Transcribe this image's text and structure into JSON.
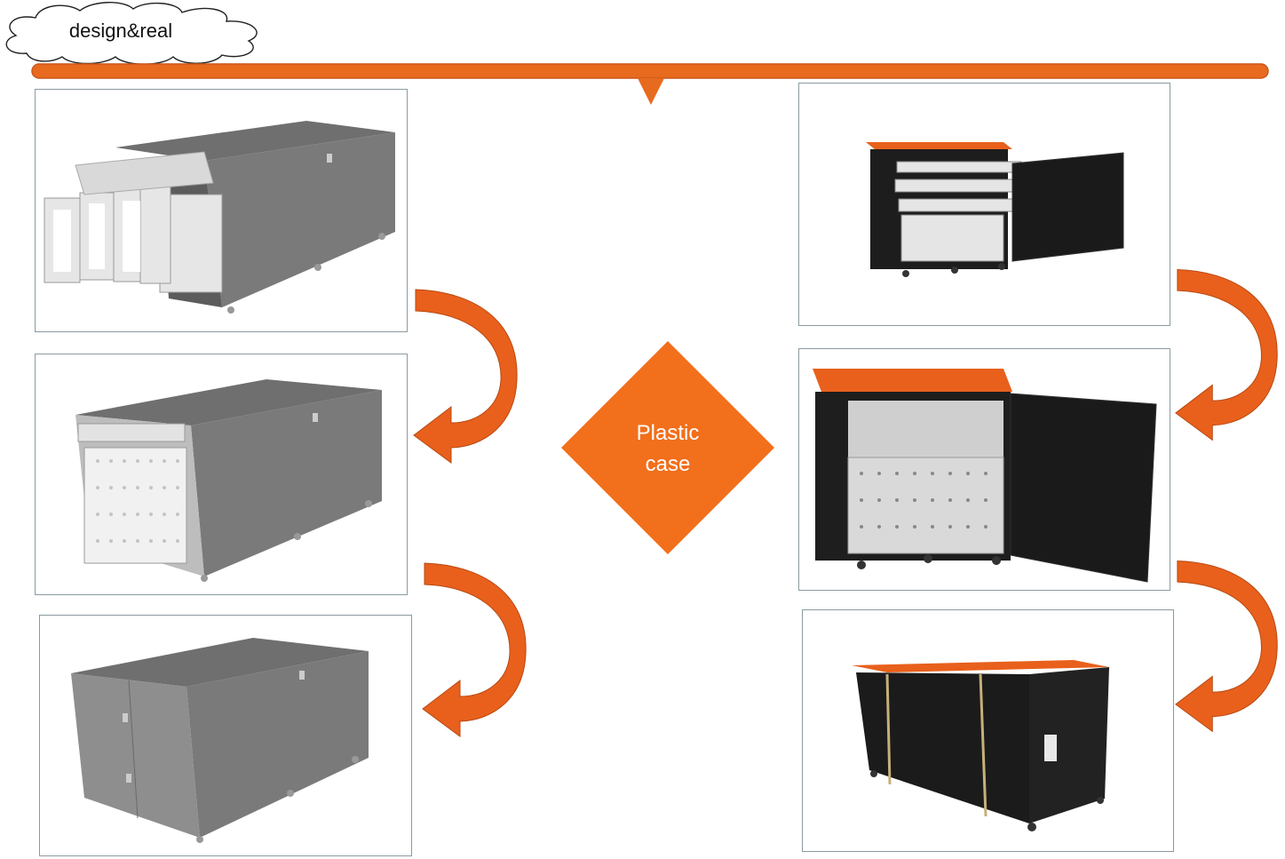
{
  "header": {
    "cloud_label": "design&real",
    "accent_color": "#f26f1c"
  },
  "center": {
    "diamond_label_line1": "Plastic",
    "diamond_label_line2": "case",
    "diamond_color": "#f26f1c"
  },
  "panels": [
    {
      "id": "design-1",
      "content": "grey cabinet with panels pulled out"
    },
    {
      "id": "design-2",
      "content": "grey cabinet with panels loaded"
    },
    {
      "id": "design-3",
      "content": "grey cabinet closed"
    },
    {
      "id": "real-1",
      "content": "black plastic case with shelves pulled out"
    },
    {
      "id": "real-2",
      "content": "black plastic case with panels loaded"
    },
    {
      "id": "real-3",
      "content": "black plastic case closed"
    }
  ],
  "icons": {
    "arrow": "curved-arrow-icon",
    "pointer": "down-triangle-icon"
  }
}
